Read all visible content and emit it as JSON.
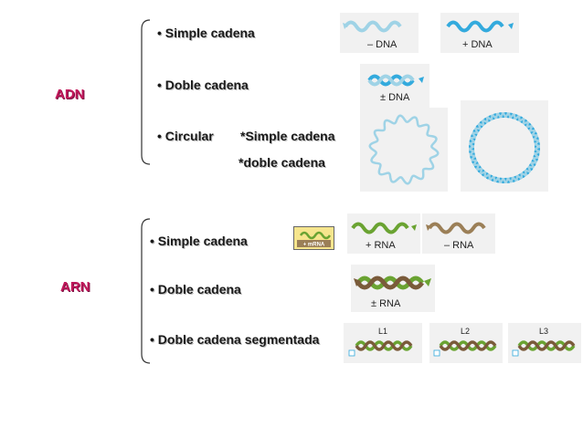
{
  "colors": {
    "section_label": "#c2185b",
    "dna_light": "#9fd3e6",
    "dna_blue": "#33aadd",
    "rna_green": "#6aa332",
    "rna_brown": "#9b7f57",
    "rna_dark_brown": "#7a5b3a"
  },
  "adn": {
    "label": "ADN",
    "items": [
      {
        "text": "• Simple cadena"
      },
      {
        "text": "• Doble cadena"
      },
      {
        "text": "• Circular"
      }
    ],
    "circular_sub": [
      "*Simple cadena",
      "*doble cadena"
    ],
    "figure_labels": {
      "minus_dna": "– DNA",
      "plus_dna": "+ DNA",
      "pm_dna": "± DNA"
    }
  },
  "arn": {
    "label": "ARN",
    "items": [
      {
        "text": "• Simple cadena"
      },
      {
        "text": "• Doble  cadena"
      },
      {
        "text": "• Doble cadena segmentada"
      }
    ],
    "mrna_badge": "+ mRNA",
    "figure_labels": {
      "plus_rna": "+ RNA",
      "minus_rna": "– RNA",
      "pm_rna": "± RNA"
    },
    "segments": [
      "L1",
      "L2",
      "L3"
    ]
  }
}
